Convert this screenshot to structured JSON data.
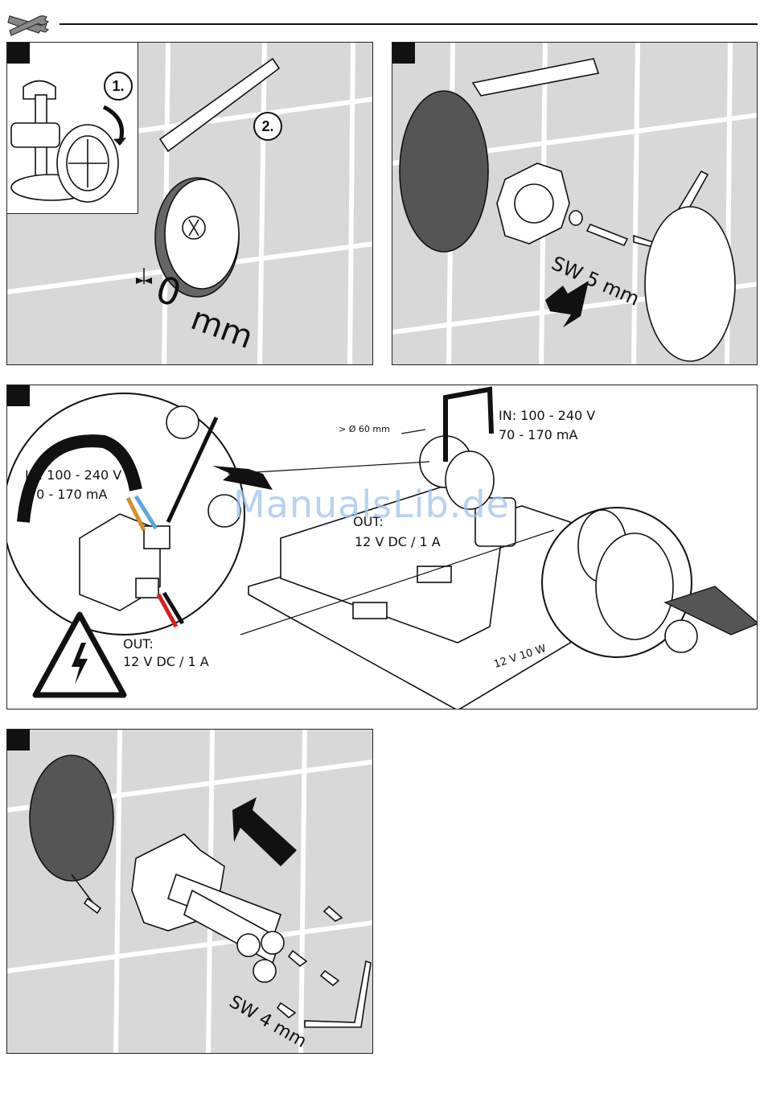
{
  "header": {
    "icon": "wrench-icon"
  },
  "panel1": {
    "step1": "1.",
    "step2": "2.",
    "gap_value": "0",
    "gap_unit": "mm"
  },
  "panel2": {
    "wrench_size": "SW 5 mm"
  },
  "panel3": {
    "in_label_left": "IN: 100 - 240 V",
    "in_current_left": "70 - 170 mA",
    "out_label_left": "OUT:",
    "out_value_left": "12 V DC / 1 A",
    "in_label_right": "IN: 100 - 240 V",
    "in_current_right": "70 - 170 mA",
    "out_label_mid": "OUT:",
    "out_value_mid": "12 V DC / 1 A",
    "hole_diameter": "> Ø 60 mm",
    "device_rating": "12 V 10 W",
    "warning_icon": "high-voltage-warning-icon"
  },
  "panel4": {
    "wrench_size": "SW 4 mm"
  },
  "watermark": "ManualsLib.de",
  "colors": {
    "tile": "#d8d8d8",
    "grout": "#ffffff",
    "dark_part": "#555555",
    "watermark": "#9fc4ee"
  }
}
